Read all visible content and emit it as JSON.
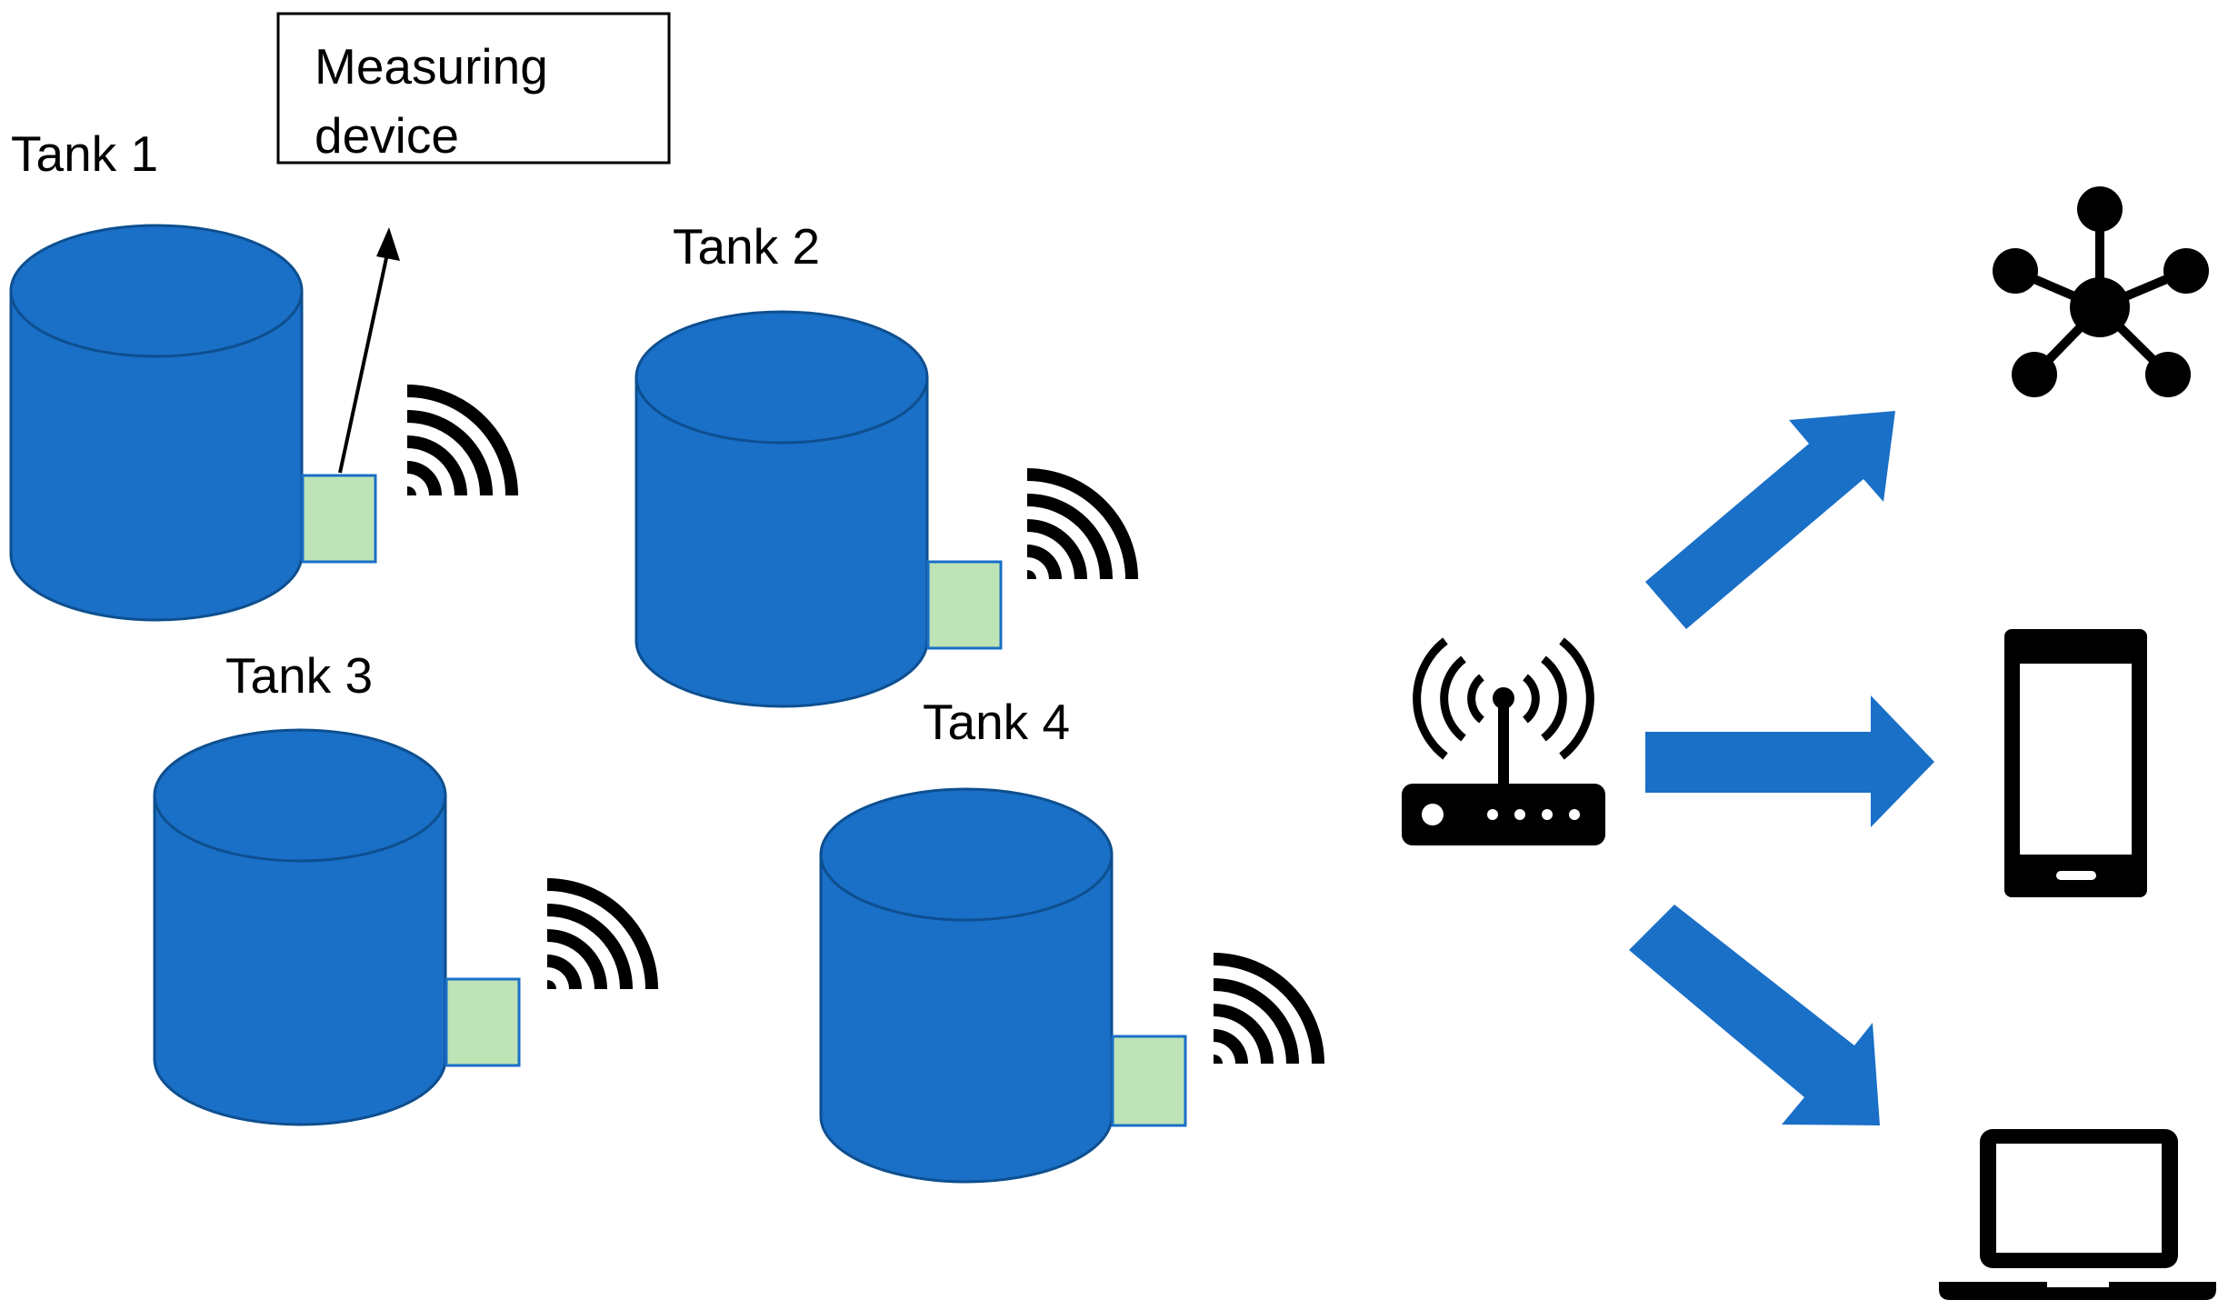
{
  "callout": {
    "line1": "Measuring",
    "line2": "device"
  },
  "tanks": [
    {
      "label": "Tank 1"
    },
    {
      "label": "Tank 2"
    },
    {
      "label": "Tank 3"
    },
    {
      "label": "Tank 4"
    }
  ],
  "icons": {
    "router": "wifi-router-icon",
    "network": "network-hub-icon",
    "phone": "smartphone-icon",
    "laptop": "laptop-icon",
    "signal": "wireless-signal-icon"
  },
  "colors": {
    "tank": "#1a6fc7",
    "tank_outline": "#0d4f8f",
    "sensor": "#bde3b6",
    "arrow": "#1a6fc7",
    "icon": "#000000"
  }
}
